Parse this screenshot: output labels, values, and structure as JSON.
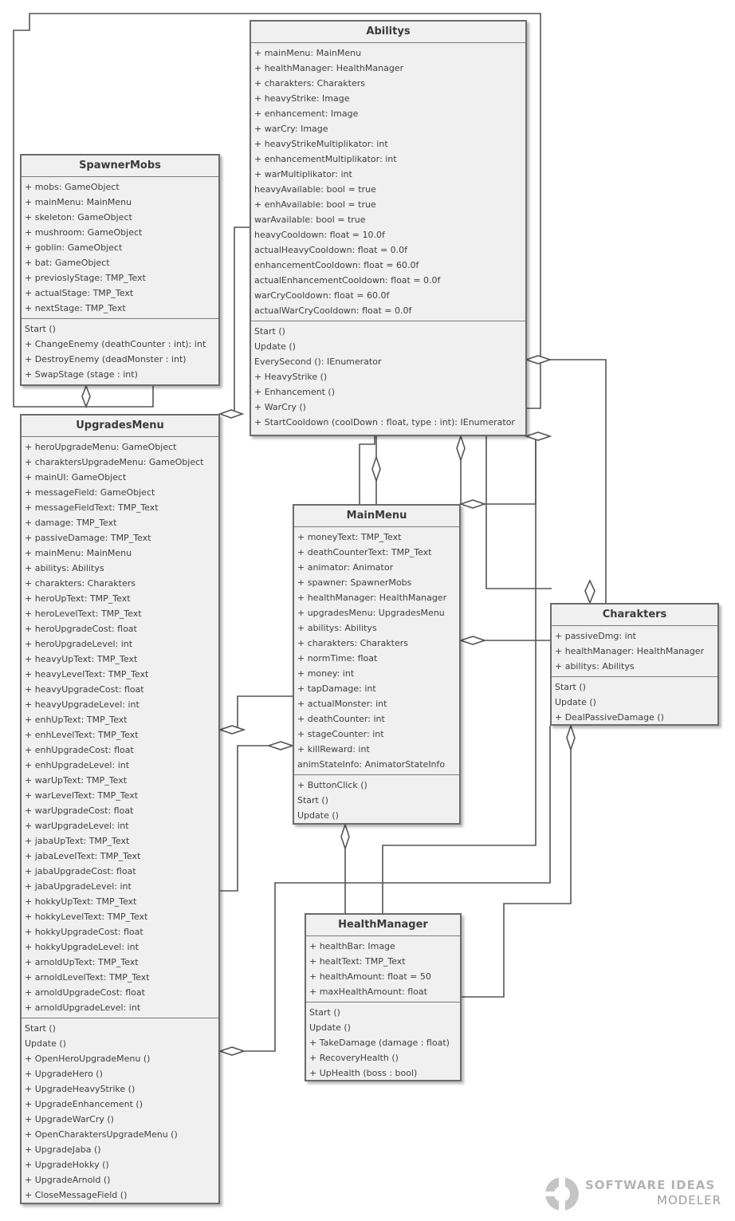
{
  "classes": {
    "abilitys": {
      "name": "Abilitys",
      "attributes": [
        "+ mainMenu: MainMenu",
        "+ healthManager: HealthManager",
        "+ charakters: Charakters",
        "+ heavyStrike: Image",
        "+ enhancement: Image",
        "+ warCry: Image",
        "+ heavyStrikeMultiplikator: int",
        "+ enhancementMultiplikator: int",
        "+ warMultiplikator: int",
        "heavyAvailable: bool = true",
        "+ enhAvailable: bool = true",
        "warAvailable: bool = true",
        "heavyCooldown: float = 10.0f",
        "actualHeavyCooldown: float = 0.0f",
        "enhancementCooldown: float = 60.0f",
        "actualEnhancementCooldown: float = 0.0f",
        "warCryCooldown: float = 60.0f",
        "actualWarCryCooldown: float = 0.0f"
      ],
      "methods": [
        "Start ()",
        "Update ()",
        "EverySecond (): IEnumerator",
        "+ HeavyStrike ()",
        "+ Enhancement ()",
        "+ WarCry ()",
        "+ StartCooldown (coolDown : float, type : int): IEnumerator"
      ]
    },
    "spawnerMobs": {
      "name": "SpawnerMobs",
      "attributes": [
        "+ mobs: GameObject",
        "+ mainMenu: MainMenu",
        "+ skeleton: GameObject",
        "+ mushroom: GameObject",
        "+ goblin: GameObject",
        "+ bat: GameObject",
        "+ previoslyStage: TMP_Text",
        "+ actualStage: TMP_Text",
        "+ nextStage: TMP_Text"
      ],
      "methods": [
        "Start ()",
        "+ ChangeEnemy (deathCounter : int): int",
        "+ DestroyEnemy (deadMonster : int)",
        "+ SwapStage (stage : int)"
      ]
    },
    "upgradesMenu": {
      "name": "UpgradesMenu",
      "attributes": [
        "+ heroUpgradeMenu: GameObject",
        "+ charaktersUpgradeMenu: GameObject",
        "+ mainUI: GameObject",
        "+ messageField: GameObject",
        "+ messageFieldText: TMP_Text",
        "+ damage: TMP_Text",
        "+ passiveDamage: TMP_Text",
        "+ mainMenu: MainMenu",
        "+ abilitys: Abilitys",
        "+ charakters: Charakters",
        "+ heroUpText: TMP_Text",
        "+ heroLevelText: TMP_Text",
        "+ heroUpgradeCost: float",
        "+ heroUpgradeLevel: int",
        "+ heavyUpText: TMP_Text",
        "+ heavyLevelText: TMP_Text",
        "+ heavyUpgradeCost: float",
        "+ heavyUpgradeLevel: int",
        "+ enhUpText: TMP_Text",
        "+ enhLevelText: TMP_Text",
        "+ enhUpgradeCost: float",
        "+ enhUpgradeLevel: int",
        "+ warUpText: TMP_Text",
        "+ warLevelText: TMP_Text",
        "+ warUpgradeCost: float",
        "+ warUpgradeLevel: int",
        "+ jabaUpText: TMP_Text",
        "+ jabaLevelText: TMP_Text",
        "+ jabaUpgradeCost: float",
        "+ jabaUpgradeLevel: int",
        "+ hokkyUpText: TMP_Text",
        "+ hokkyLevelText: TMP_Text",
        "+ hokkyUpgradeCost: float",
        "+ hokkyUpgradeLevel: int",
        "+ arnoldUpText: TMP_Text",
        "+ arnoldLevelText: TMP_Text",
        "+ arnoldUpgradeCost: float",
        "+ arnoldUpgradeLevel: int"
      ],
      "methods": [
        "Start ()",
        "Update ()",
        "+ OpenHeroUpgradeMenu ()",
        "+ UpgradeHero ()",
        "+ UpgradeHeavyStrike ()",
        "+ UpgradeEnhancement ()",
        "+ UpgradeWarCry ()",
        "+ OpenCharaktersUpgradeMenu ()",
        "+ UpgradeJaba ()",
        "+ UpgradeHokky ()",
        "+ UpgradeArnold ()",
        "+ CloseMessageField ()"
      ]
    },
    "mainMenu": {
      "name": "MainMenu",
      "attributes": [
        "+ moneyText: TMP_Text",
        "+ deathCounterText: TMP_Text",
        "+ animator: Animator",
        "+ spawner: SpawnerMobs",
        "+ healthManager: HealthManager",
        "+ upgradesMenu: UpgradesMenu",
        "+ abilitys: Abilitys",
        "+ charakters: Charakters",
        "+ normTime: float",
        "+ money: int",
        "+ tapDamage: int",
        "+ actualMonster: int",
        "+ deathCounter: int",
        "+ stageCounter: int",
        "+ killReward: int",
        "animStateInfo: AnimatorStateInfo"
      ],
      "methods": [
        "+ ButtonClick ()",
        "Start ()",
        "Update ()"
      ]
    },
    "charakters": {
      "name": "Charakters",
      "attributes": [
        "+ passiveDmg: int",
        "+ healthManager: HealthManager",
        "+ abilitys: Abilitys"
      ],
      "methods": [
        "Start ()",
        "Update ()",
        "+ DealPassiveDamage ()"
      ]
    },
    "healthManager": {
      "name": "HealthManager",
      "attributes": [
        "+ healthBar: Image",
        "+ healtText: TMP_Text",
        "+ healthAmount: float = 50",
        "+ maxHealthAmount: float"
      ],
      "methods": [
        "Start ()",
        "Update ()",
        "+ TakeDamage (damage : float)",
        "+ RecoveryHealth ()",
        "+ UpHealth (boss : bool)"
      ]
    }
  },
  "logo": {
    "line1": "SOFTWARE IDEAS",
    "line2": "MODELER"
  },
  "colors": {
    "box_fill": "#f0f0f0",
    "box_border": "#6b6b6b",
    "line": "#555555",
    "text": "#3e3e3e"
  }
}
